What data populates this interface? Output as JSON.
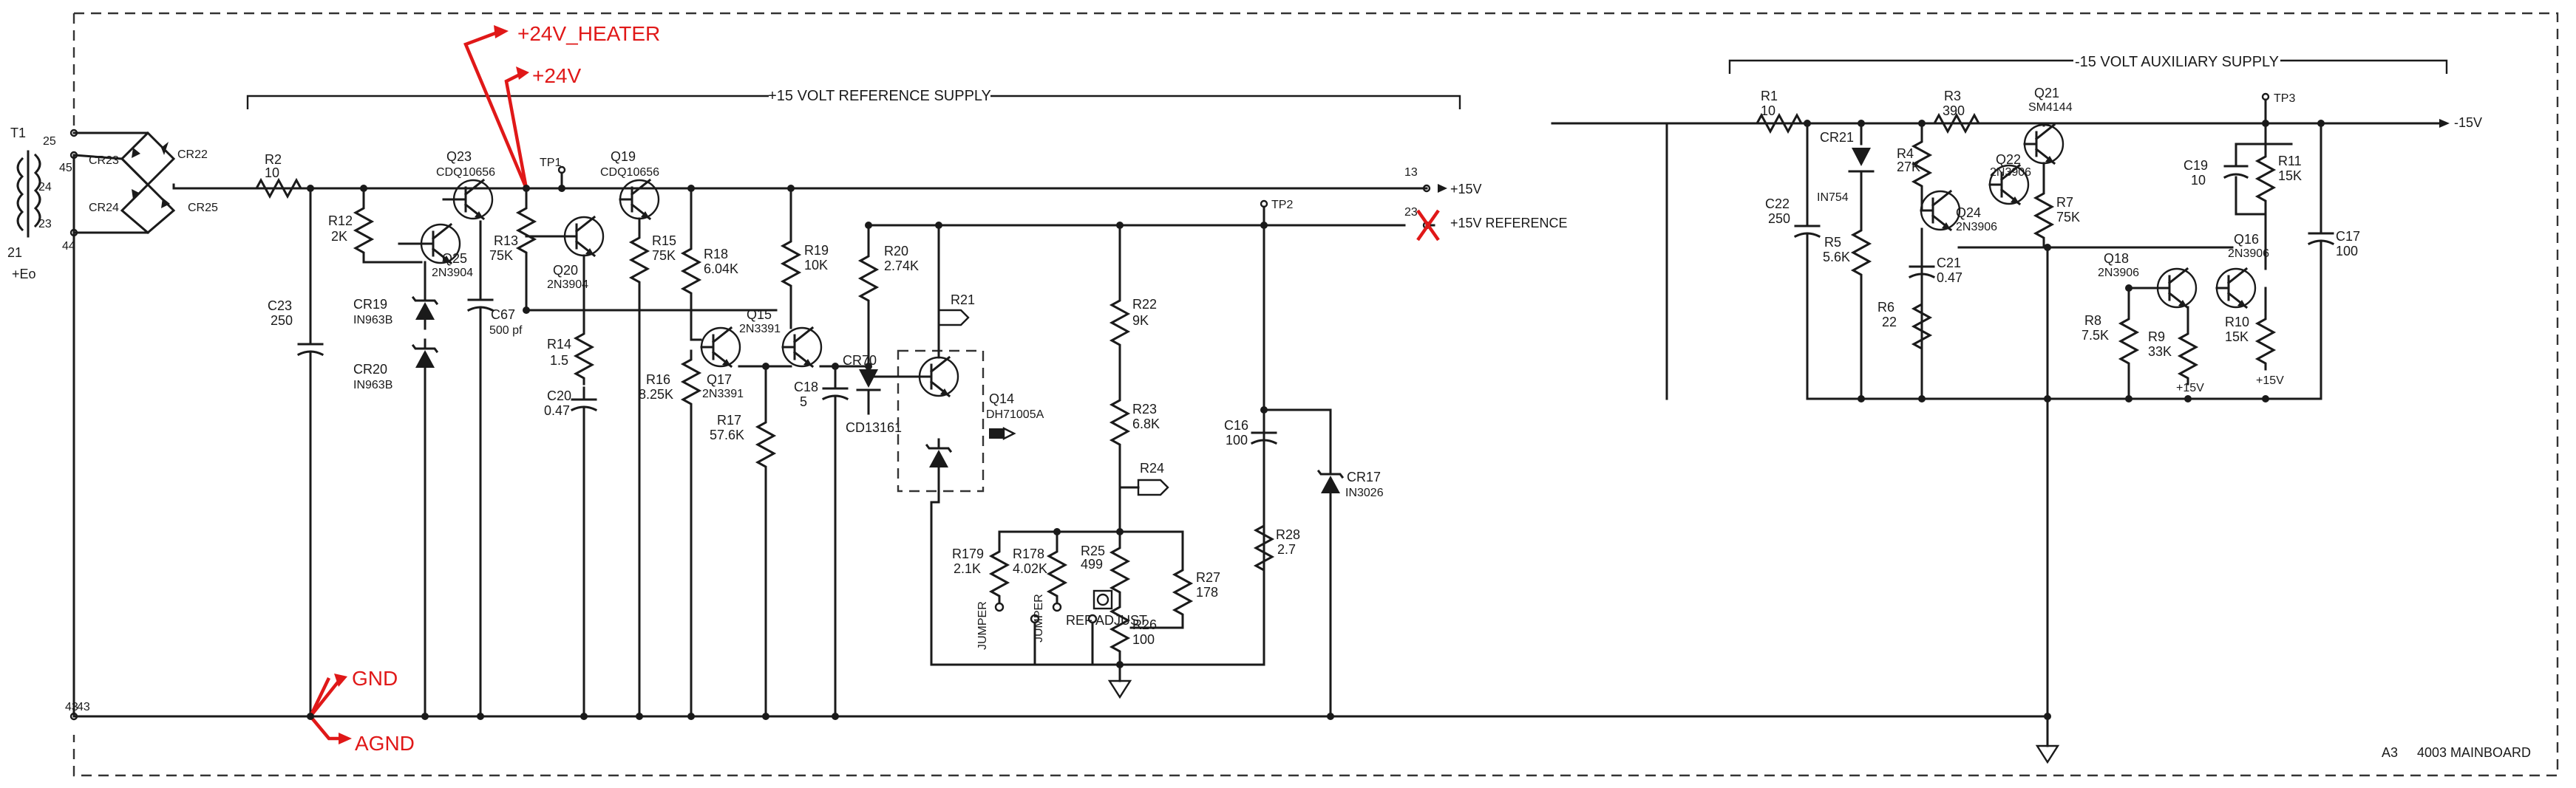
{
  "frame_labels": {
    "sheet": "A3",
    "board": "4003 MAINBOARD"
  },
  "sections": {
    "ref_supply": "+15 VOLT REFERENCE SUPPLY",
    "aux_supply": "-15 VOLT AUXILIARY SUPPLY"
  },
  "annotations": {
    "heater": "+24V_HEATER",
    "v24": "+24V",
    "gnd": "GND",
    "agnd": "AGND"
  },
  "nets": {
    "p15": "+15V",
    "p15ref": "+15V REFERENCE",
    "m15": "-15V",
    "p15a": "+15V",
    "p15b": "+15V",
    "eo": "+Eo"
  },
  "pins": {
    "p25": "25",
    "p45": "45",
    "p24": "24",
    "p23": "23",
    "p44": "44",
    "p21": "21",
    "p43": "43",
    "p13": "13",
    "p23b": "23"
  },
  "testpoints": {
    "tp1": "TP1",
    "tp2": "TP2",
    "tp3": "TP3"
  },
  "parts": {
    "t1": {
      "ref": "T1",
      "val": ""
    },
    "cr23": {
      "ref": "CR23",
      "val": ""
    },
    "cr22": {
      "ref": "CR22",
      "val": ""
    },
    "cr24": {
      "ref": "CR24",
      "val": ""
    },
    "cr25": {
      "ref": "CR25",
      "val": ""
    },
    "r2": {
      "ref": "R2",
      "val": "10"
    },
    "r12": {
      "ref": "R12",
      "val": "2K"
    },
    "q23": {
      "ref": "Q23",
      "val": "CDQ10656"
    },
    "q25": {
      "ref": "Q25",
      "val": "2N3904"
    },
    "c23": {
      "ref": "C23",
      "val": "250"
    },
    "cr19": {
      "ref": "CR19",
      "val": "IN963B"
    },
    "cr20": {
      "ref": "CR20",
      "val": "IN963B"
    },
    "c67": {
      "ref": "C67",
      "val": "500 pf"
    },
    "r13": {
      "ref": "R13",
      "val": "75K"
    },
    "q20": {
      "ref": "Q20",
      "val": "2N3904"
    },
    "q19": {
      "ref": "Q19",
      "val": "CDQ10656"
    },
    "r14": {
      "ref": "R14",
      "val": "1.5"
    },
    "c20": {
      "ref": "C20",
      "val": "0.47"
    },
    "r15": {
      "ref": "R15",
      "val": "75K"
    },
    "r18": {
      "ref": "R18",
      "val": "6.04K"
    },
    "r19": {
      "ref": "R19",
      "val": "10K"
    },
    "q15": {
      "ref": "Q15",
      "val": "2N3391"
    },
    "r16": {
      "ref": "R16",
      "val": "8.25K"
    },
    "q17": {
      "ref": "Q17",
      "val": "2N3391"
    },
    "r17": {
      "ref": "R17",
      "val": "57.6K"
    },
    "c18": {
      "ref": "C18",
      "val": "5"
    },
    "r20": {
      "ref": "R20",
      "val": "2.74K"
    },
    "r21": {
      "ref": "R21",
      "val": ""
    },
    "cr70": {
      "ref": "CR70",
      "val": ""
    },
    "cd13161": {
      "ref": "CD13161",
      "val": ""
    },
    "q14": {
      "ref": "Q14",
      "val": "DH71005A"
    },
    "r22": {
      "ref": "R22",
      "val": "9K"
    },
    "r23": {
      "ref": "R23",
      "val": "6.8K"
    },
    "r24": {
      "ref": "R24",
      "val": ""
    },
    "c16": {
      "ref": "C16",
      "val": "100"
    },
    "cr17": {
      "ref": "CR17",
      "val": "IN3026"
    },
    "r28": {
      "ref": "R28",
      "val": "2.7"
    },
    "r179": {
      "ref": "R179",
      "val": "2.1K"
    },
    "r178": {
      "ref": "R178",
      "val": "4.02K"
    },
    "r25": {
      "ref": "R25",
      "val": "499"
    },
    "r26": {
      "ref": "R26",
      "val": "100"
    },
    "r27": {
      "ref": "R27",
      "val": "178"
    },
    "r1": {
      "ref": "R1",
      "val": "10"
    },
    "cr21": {
      "ref": "CR21",
      "val": "IN754"
    },
    "c22": {
      "ref": "C22",
      "val": "250"
    },
    "r4": {
      "ref": "R4",
      "val": "27K"
    },
    "r3": {
      "ref": "R3",
      "val": "390"
    },
    "q21": {
      "ref": "Q21",
      "val": "SM4144"
    },
    "q22": {
      "ref": "Q22",
      "val": "2N3906"
    },
    "q24": {
      "ref": "Q24",
      "val": "2N3906"
    },
    "r7": {
      "ref": "R7",
      "val": "75K"
    },
    "r5": {
      "ref": "R5",
      "val": "5.6K"
    },
    "c21": {
      "ref": "C21",
      "val": "0.47"
    },
    "r6": {
      "ref": "R6",
      "val": "22"
    },
    "c19": {
      "ref": "C19",
      "val": "10"
    },
    "r11": {
      "ref": "R11",
      "val": "15K"
    },
    "c17": {
      "ref": "C17",
      "val": "100"
    },
    "q18": {
      "ref": "Q18",
      "val": "2N3906"
    },
    "q16": {
      "ref": "Q16",
      "val": "2N3906"
    },
    "r8": {
      "ref": "R8",
      "val": "7.5K"
    },
    "r9": {
      "ref": "R9",
      "val": "33K"
    },
    "r10": {
      "ref": "R10",
      "val": "15K"
    }
  },
  "misc": {
    "jumper1": "JUMPER",
    "jumper2": "JUMPER",
    "ref_adjust": "REF ADJUST"
  }
}
